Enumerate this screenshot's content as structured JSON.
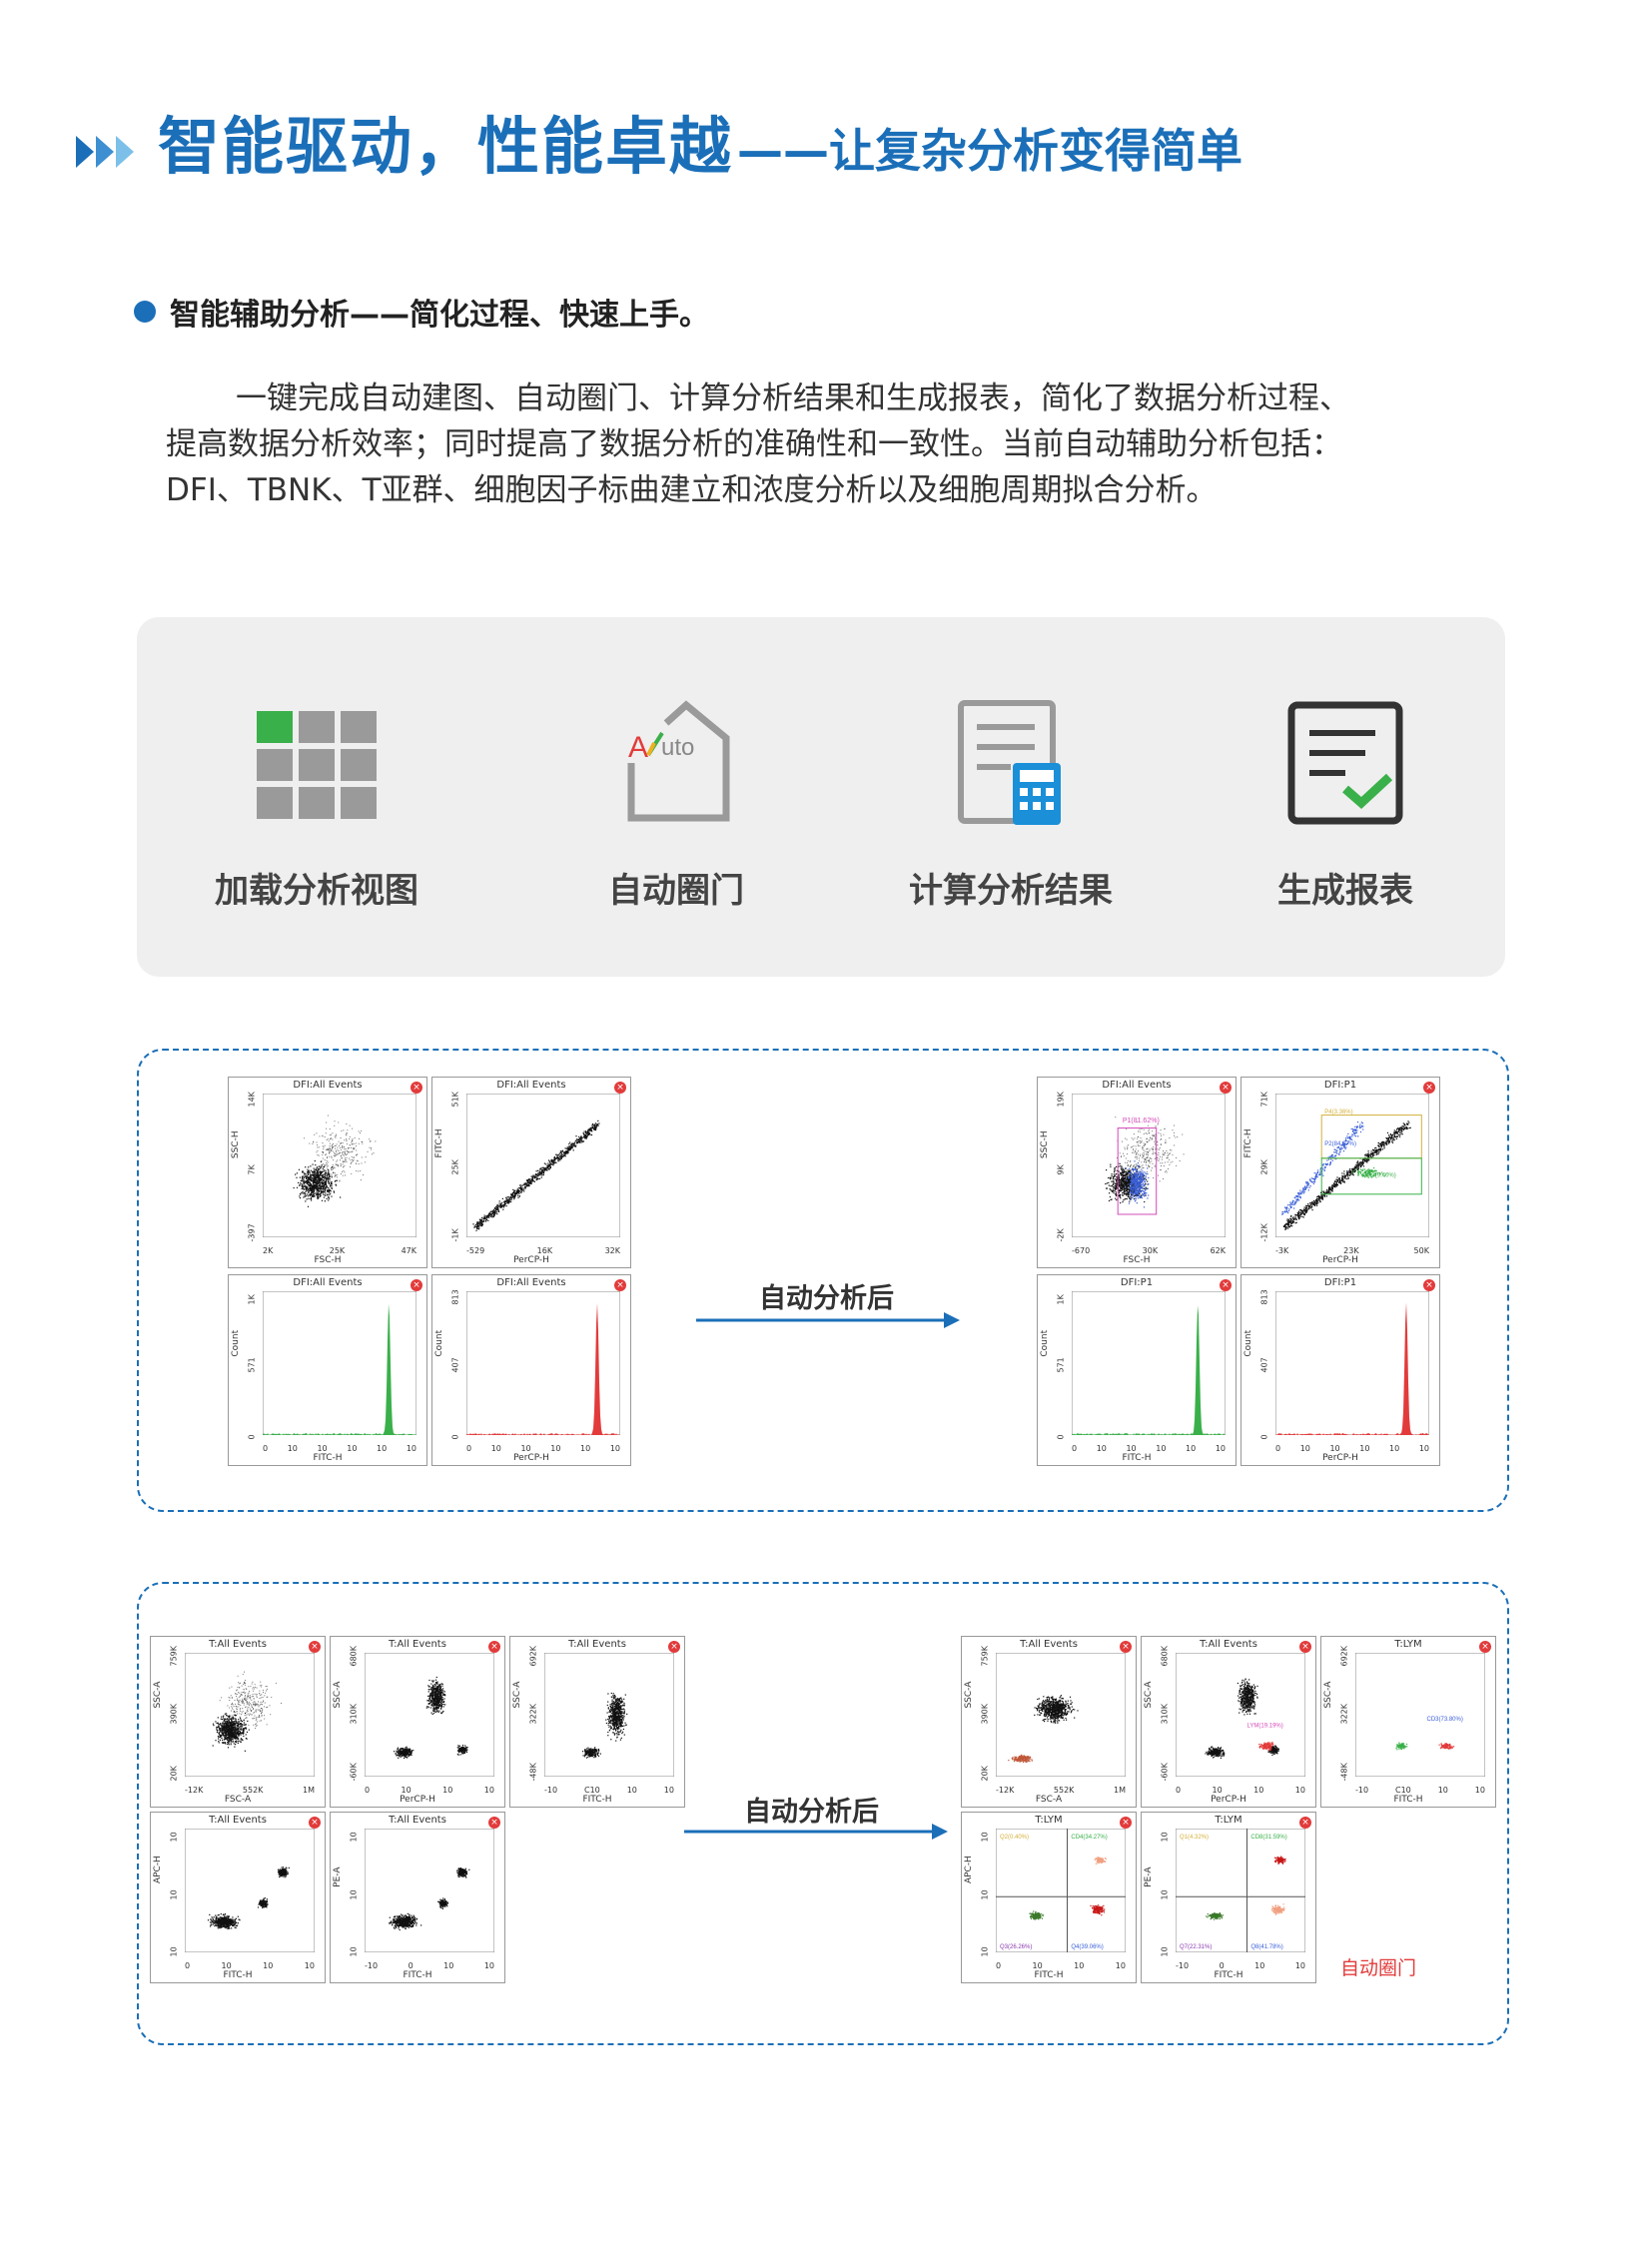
{
  "header": {
    "title_main": "智能驱动，性能卓越",
    "title_sub": "——让复杂分析变得简单"
  },
  "section": {
    "bullet": "智能辅助分析——简化过程、快速上手。",
    "para1": "一键完成自动建图、自动圈门、计算分析结果和生成报表，简化了数据分析过程、",
    "para2": "提高数据分析效率；同时提高了数据分析的准确性和一致性。当前自动辅助分析包括：",
    "para3": "DFI、TBNK、T亚群、细胞因子标曲建立和浓度分析以及细胞周期拟合分析。"
  },
  "steps": [
    {
      "label": "加载分析视图",
      "icon": "grid-icon"
    },
    {
      "label": "自动圈门",
      "icon": "auto-gate-icon"
    },
    {
      "label": "计算分析结果",
      "icon": "calculator-doc-icon"
    },
    {
      "label": "生成报表",
      "icon": "report-check-icon"
    }
  ],
  "colors": {
    "brand": "#1b6fb8",
    "green": "#3ab04a",
    "red": "#e23b3b",
    "gray_box": "#efefef"
  },
  "panel1": {
    "arrow_label": "自动分析后",
    "before": [
      {
        "title": "DFI:All Events",
        "x": "FSC-H",
        "y": "SSC-H",
        "xticks": [
          "2K",
          "25K",
          "47K"
        ],
        "yticks": [
          "14K",
          "7K",
          "-397"
        ],
        "kind": "scatter"
      },
      {
        "title": "DFI:All Events",
        "x": "PerCP-H",
        "y": "FITC-H",
        "xticks": [
          "-529",
          "16K",
          "32K"
        ],
        "yticks": [
          "51K",
          "25K",
          "-1K"
        ],
        "kind": "diag"
      },
      {
        "title": "DFI:All Events",
        "x": "FITC-H",
        "y": "Count",
        "xticks": [
          "0",
          "10",
          "10",
          "10",
          "10",
          "10"
        ],
        "yticks": [
          "1K",
          "571",
          "0"
        ],
        "kind": "hist-green"
      },
      {
        "title": "DFI:All Events",
        "x": "PerCP-H",
        "y": "Count",
        "xticks": [
          "0",
          "10",
          "10",
          "10",
          "10",
          "10"
        ],
        "yticks": [
          "813",
          "407",
          "0"
        ],
        "kind": "hist-red"
      }
    ],
    "after": [
      {
        "title": "DFI:All Events",
        "x": "FSC-H",
        "y": "SSC-H",
        "xticks": [
          "-670",
          "30K",
          "62K"
        ],
        "yticks": [
          "19K",
          "9K",
          "-2K"
        ],
        "kind": "scatter-gate",
        "gate": "P1(81.62%)"
      },
      {
        "title": "DFI:P1",
        "x": "PerCP-H",
        "y": "FITC-H",
        "xticks": [
          "-3K",
          "23K",
          "50K"
        ],
        "yticks": [
          "71K",
          "29K",
          "-12K"
        ],
        "kind": "diag-gate",
        "gates": [
          "P4(3.36%)",
          "P2(84.67%)",
          "P3(9.40%)"
        ]
      },
      {
        "title": "DFI:P1",
        "x": "FITC-H",
        "y": "Count",
        "xticks": [
          "0",
          "10",
          "10",
          "10",
          "10",
          "10"
        ],
        "yticks": [
          "1K",
          "571",
          "0"
        ],
        "kind": "hist-green"
      },
      {
        "title": "DFI:P1",
        "x": "PerCP-H",
        "y": "Count",
        "xticks": [
          "0",
          "10",
          "10",
          "10",
          "10",
          "10"
        ],
        "yticks": [
          "813",
          "407",
          "0"
        ],
        "kind": "hist-red"
      }
    ]
  },
  "panel2": {
    "arrow_label": "自动分析后",
    "gate_label": "自动圈门",
    "before": [
      {
        "title": "T:All Events",
        "x": "FSC-A",
        "y": "SSC-A",
        "xticks": [
          "-12K",
          "552K",
          "1M"
        ],
        "yticks": [
          "759K",
          "390K",
          "20K"
        ],
        "kind": "scatter"
      },
      {
        "title": "T:All Events",
        "x": "PerCP-H",
        "y": "SSC-A",
        "xticks": [
          "0",
          "10",
          "10",
          "10"
        ],
        "yticks": [
          "680K",
          "310K",
          "-60K"
        ],
        "kind": "scatter2"
      },
      {
        "title": "T:All Events",
        "x": "FITC-H",
        "y": "SSC-A",
        "xticks": [
          "-10",
          "C10",
          "10",
          "10"
        ],
        "yticks": [
          "692K",
          "322K",
          "-48K"
        ],
        "kind": "scatter3"
      },
      {
        "title": "T:All Events",
        "x": "FITC-H",
        "y": "APC-H",
        "xticks": [
          "0",
          "10",
          "10",
          "10"
        ],
        "yticks": [
          "10",
          "10",
          "10"
        ],
        "kind": "quad"
      },
      {
        "title": "T:All Events",
        "x": "FITC-H",
        "y": "PE-A",
        "xticks": [
          "-10",
          "0",
          "10",
          "10"
        ],
        "yticks": [
          "10",
          "10",
          "10"
        ],
        "kind": "quad2"
      }
    ],
    "after": [
      {
        "title": "T:All Events",
        "x": "FSC-A",
        "y": "SSC-A",
        "xticks": [
          "-12K",
          "552K",
          "1M"
        ],
        "yticks": [
          "759K",
          "390K",
          "20K"
        ],
        "kind": "scatter-red"
      },
      {
        "title": "T:All Events",
        "x": "PerCP-H",
        "y": "SSC-A",
        "xticks": [
          "0",
          "10",
          "10",
          "10"
        ],
        "yticks": [
          "680K",
          "310K",
          "-60K"
        ],
        "kind": "scatter2-red",
        "gate": "LYM(19.19%)"
      },
      {
        "title": "T:LYM",
        "x": "FITC-H",
        "y": "SSC-A",
        "xticks": [
          "-10",
          "C10",
          "10",
          "10"
        ],
        "yticks": [
          "692K",
          "322K",
          "-48K"
        ],
        "kind": "cd3",
        "gate": "CD3(73.80%)"
      },
      {
        "title": "T:LYM",
        "x": "FITC-H",
        "y": "APC-H",
        "xticks": [
          "0",
          "10",
          "10",
          "10"
        ],
        "yticks": [
          "10",
          "10",
          "10"
        ],
        "kind": "quad-color",
        "quads": [
          "Q2(0.40%)",
          "CD4(34.27%)",
          "Q3(26.26%)",
          "Q4(39.06%)"
        ]
      },
      {
        "title": "T:LYM",
        "x": "FITC-H",
        "y": "PE-A",
        "xticks": [
          "-10",
          "0",
          "10",
          "10"
        ],
        "yticks": [
          "10",
          "10",
          "10"
        ],
        "kind": "quad-color2",
        "quads": [
          "Q1(4.32%)",
          "CD8(31.59%)",
          "Q7(22.31%)",
          "Q8(41.78%)"
        ]
      }
    ]
  }
}
